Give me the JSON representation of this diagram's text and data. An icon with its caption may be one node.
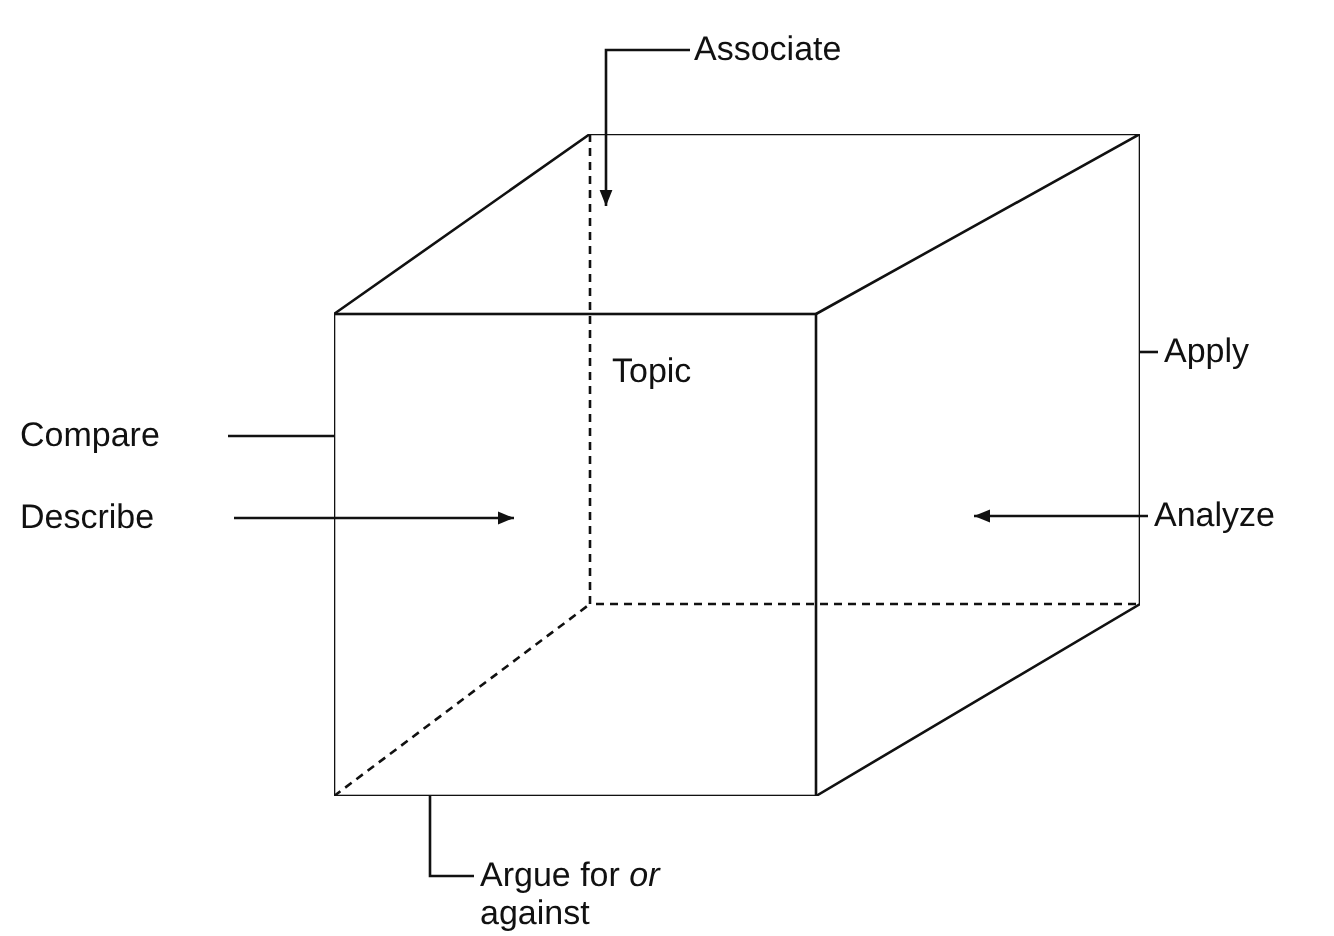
{
  "diagram": {
    "nodes": [
      {
        "text": [
          "Associate"
        ]
      },
      {
        "text": [
          "Topic"
        ]
      },
      {
        "text": [
          "Apply"
        ]
      },
      {
        "text": [
          "Compare"
        ]
      },
      {
        "text": [
          "Analyze"
        ]
      },
      {
        "text": [
          "Describe"
        ]
      },
      {
        "text": [
          "Argue for *or* against"
        ]
      }
    ],
    "edges": [
      {
        "from": 0,
        "to": 1,
        "arrow": "to"
      },
      {
        "from": 2,
        "to": 1,
        "arrow": "none"
      },
      {
        "from": 3,
        "to": 1,
        "arrow": "none"
      },
      {
        "from": 4,
        "to": 1,
        "arrow": "to"
      },
      {
        "from": 5,
        "to": 1,
        "arrow": "to"
      },
      {
        "from": 6,
        "to": 1,
        "arrow": "none"
      }
    ]
  }
}
